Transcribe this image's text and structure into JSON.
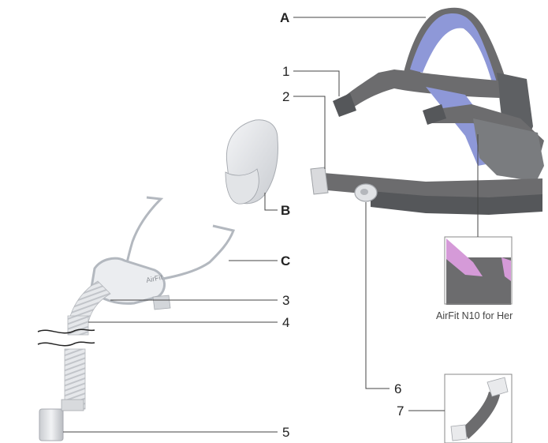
{
  "labels": {
    "A": "A",
    "B": "B",
    "C": "C",
    "n1": "1",
    "n2": "2",
    "n3": "3",
    "n4": "4",
    "n5": "5",
    "n6": "6",
    "n7": "7"
  },
  "caption": "AirFit N10 for Her",
  "frame_brand": "AirFit",
  "colors": {
    "strap_gray": "#6c6c6e",
    "strap_dark": "#55575a",
    "blue_lining": "#8e98d8",
    "pink_lining": "#d59ad8",
    "frame_clear": "#dfe3e8",
    "leader": "#444444"
  }
}
